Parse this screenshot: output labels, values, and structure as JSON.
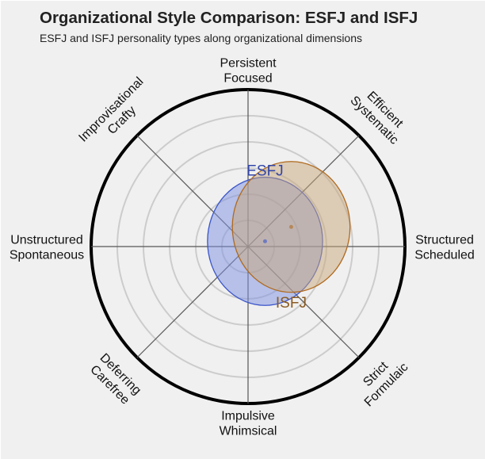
{
  "title": "Organizational Style Comparison: ESFJ and ISFJ",
  "subtitle": "ESFJ and ISFJ personality types along organizational dimensions",
  "axes": [
    {
      "angle": 90,
      "lines": [
        "Persistent",
        "Focused"
      ]
    },
    {
      "angle": 45,
      "lines": [
        "Efficient",
        "Systematic"
      ]
    },
    {
      "angle": 0,
      "lines": [
        "Structured",
        "Scheduled"
      ]
    },
    {
      "angle": -45,
      "lines": [
        "Strict",
        "Formulaic"
      ]
    },
    {
      "angle": -90,
      "lines": [
        "Impulsive",
        "Whimsical"
      ]
    },
    {
      "angle": -135,
      "lines": [
        "Deferring",
        "Carefree"
      ]
    },
    {
      "angle": 180,
      "lines": [
        "Unstructured",
        "Spontaneous"
      ]
    },
    {
      "angle": 135,
      "lines": [
        "Improvisational",
        "Crafty"
      ]
    }
  ],
  "colors": {
    "background": "#f0f0f0",
    "grid_ring": "#cccccc",
    "outer_ring": "#000000",
    "spoke": "#555555",
    "ESFJ_fill": "#7b8fe0",
    "ESFJ_edge": "#3b55c9",
    "ESFJ_text": "#3346a8",
    "ISFJ_fill": "#c8a57a",
    "ISFJ_edge": "#b06a1e",
    "ISFJ_text": "#8a5a22"
  },
  "chart_data": {
    "type": "scatter",
    "title": "Organizational Style Comparison: ESFJ and ISFJ",
    "subtitle": "ESFJ and ISFJ personality types along organizational dimensions",
    "layout": "polar plane with 8 labeled directions, 5 grey concentric rings plus bold outer ring; each type shown as an ellipse (spread) with a center dot",
    "axis_range": [
      -6,
      6
    ],
    "ring_values": [
      1,
      2,
      3,
      4,
      5,
      6
    ],
    "grid": true,
    "legend": "inline labels",
    "series": [
      {
        "name": "ESFJ",
        "center_x": 0.65,
        "center_y": 0.2,
        "radius_x": 2.2,
        "radius_y": 2.45,
        "label_position": "top"
      },
      {
        "name": "ISFJ",
        "center_x": 1.65,
        "center_y": 0.75,
        "radius_x": 2.25,
        "radius_y": 2.5,
        "label_position": "bottom"
      }
    ]
  }
}
